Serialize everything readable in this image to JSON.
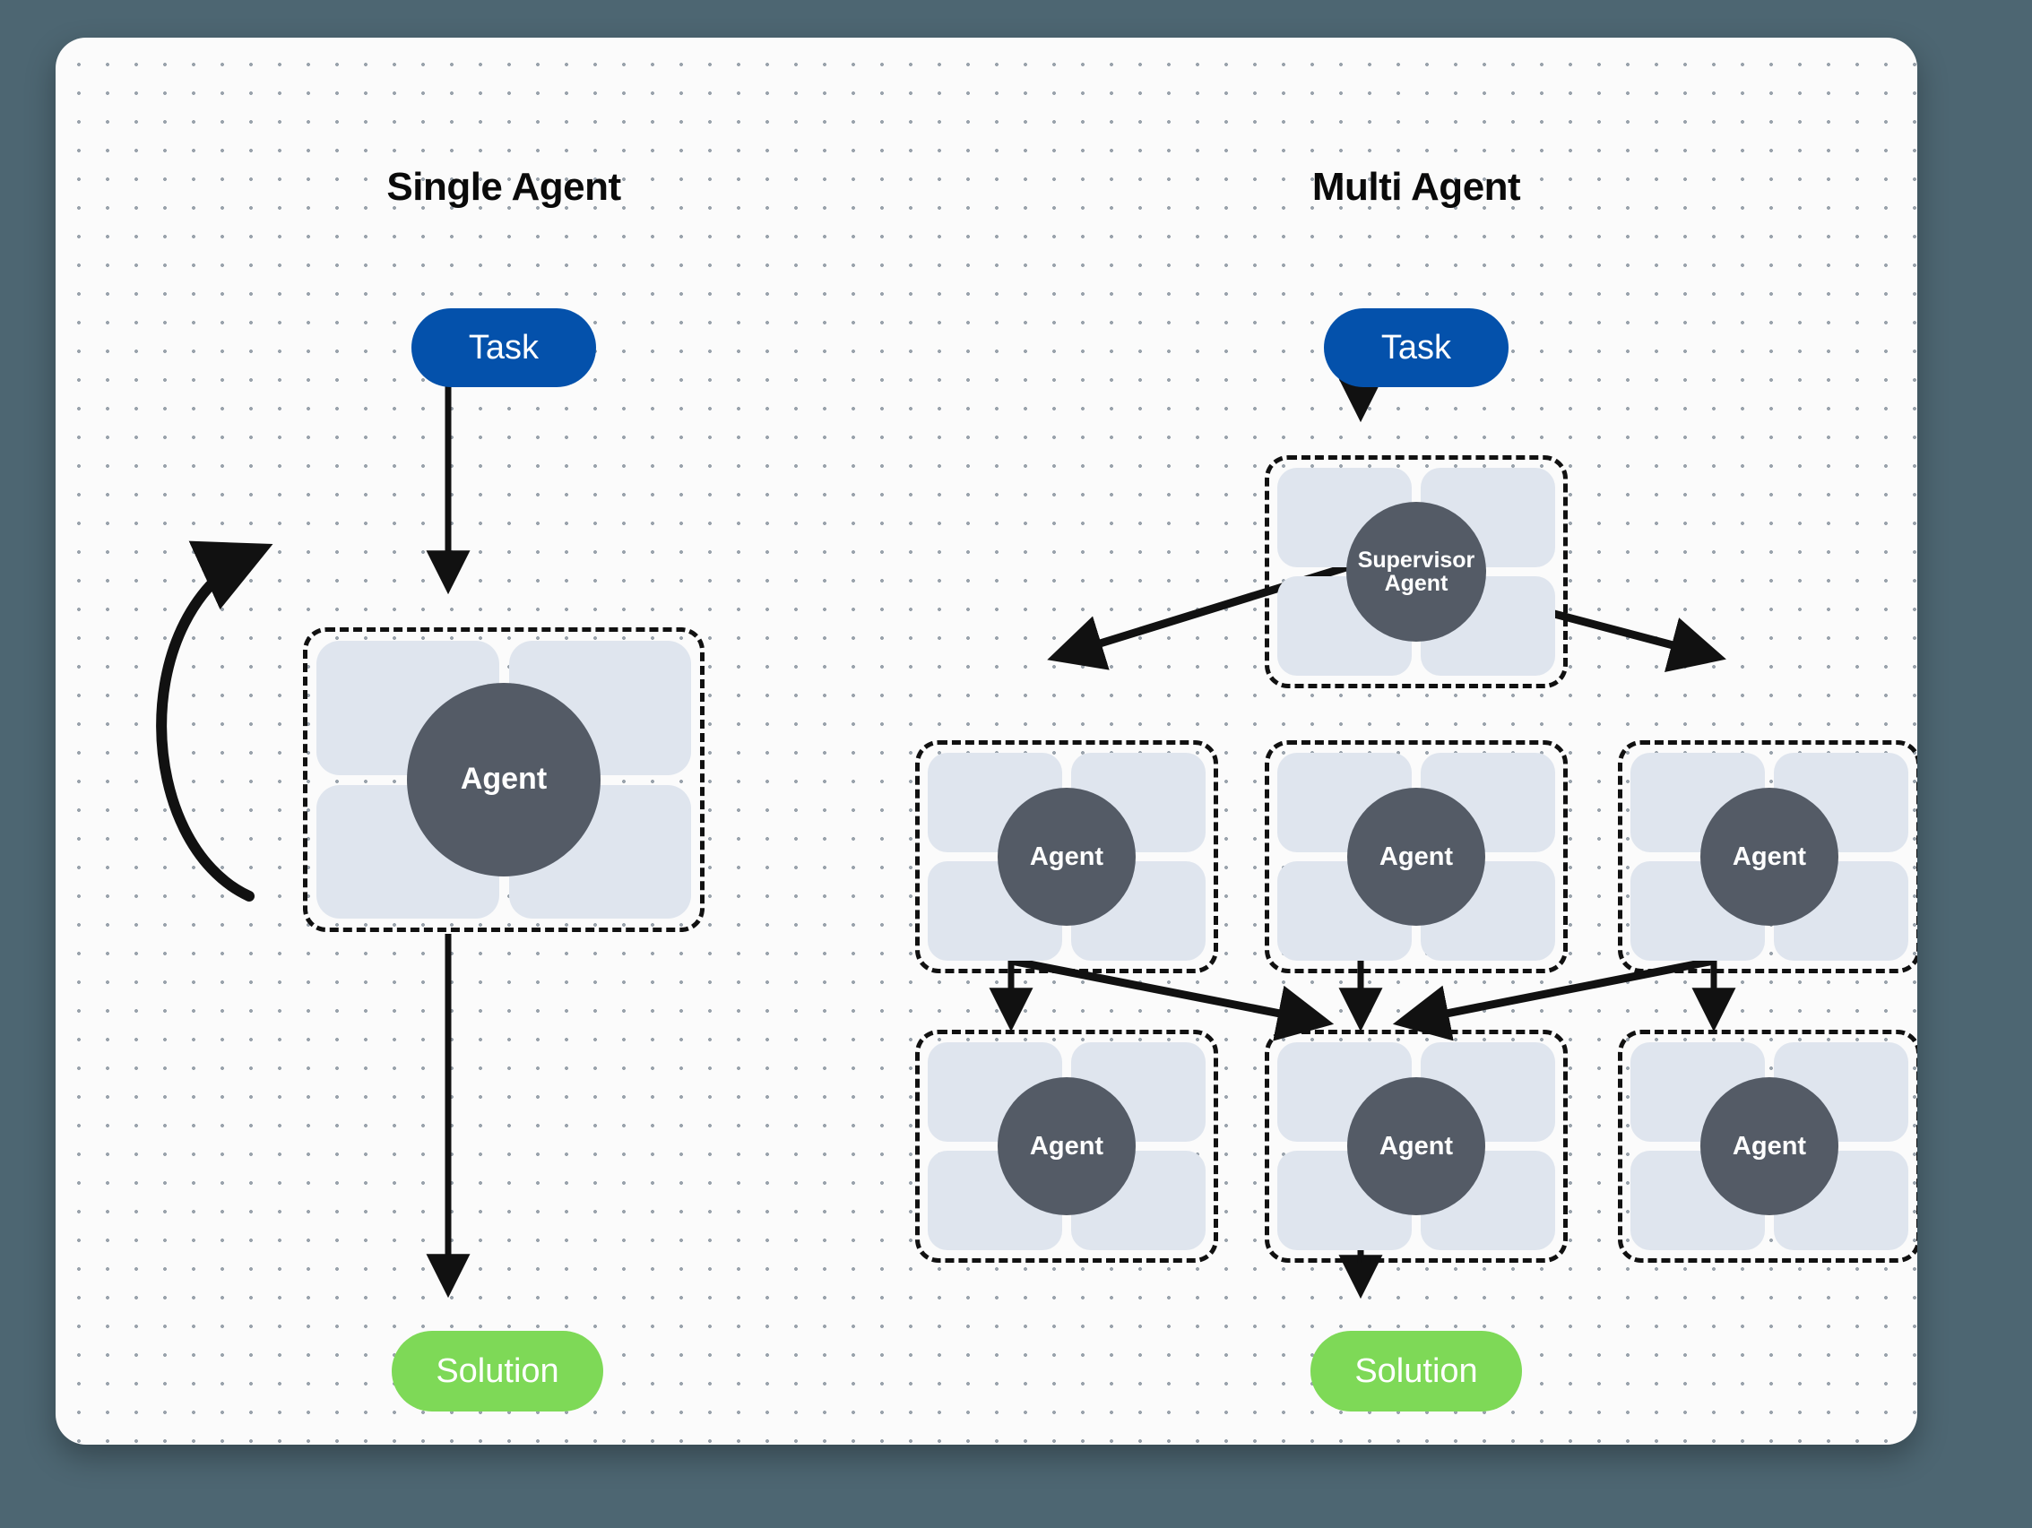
{
  "canvas": {
    "background_color": "#4d6672",
    "card_background": "#fbfbfb",
    "dot_color": "#9aa3ac"
  },
  "palette": {
    "task_blue": "#0451ab",
    "solution_green": "#7ed957",
    "agent_circle": "#545b66",
    "petal": "#dfe5ee",
    "stroke": "#111111"
  },
  "columns": [
    {
      "title": "Single Agent",
      "nodes": {
        "task": "Task",
        "agent": "Agent",
        "solution": "Solution"
      }
    },
    {
      "title": "Multi Agent",
      "nodes": {
        "task": "Task",
        "supervisor": "Supervisor\nAgent",
        "supervisor_line1": "Supervisor",
        "supervisor_line2": "Agent",
        "agent": "Agent",
        "solution": "Solution"
      }
    }
  ],
  "single_agent": {
    "title": "Single Agent",
    "task_label": "Task",
    "agent_label": "Agent",
    "solution_label": "Solution"
  },
  "multi_agent": {
    "title": "Multi Agent",
    "task_label": "Task",
    "supervisor_line1": "Supervisor",
    "supervisor_line2": "Agent",
    "row1": [
      {
        "label": "Agent"
      },
      {
        "label": "Agent"
      },
      {
        "label": "Agent"
      }
    ],
    "row2": [
      {
        "label": "Agent"
      },
      {
        "label": "Agent"
      },
      {
        "label": "Agent"
      }
    ],
    "solution_label": "Solution"
  }
}
